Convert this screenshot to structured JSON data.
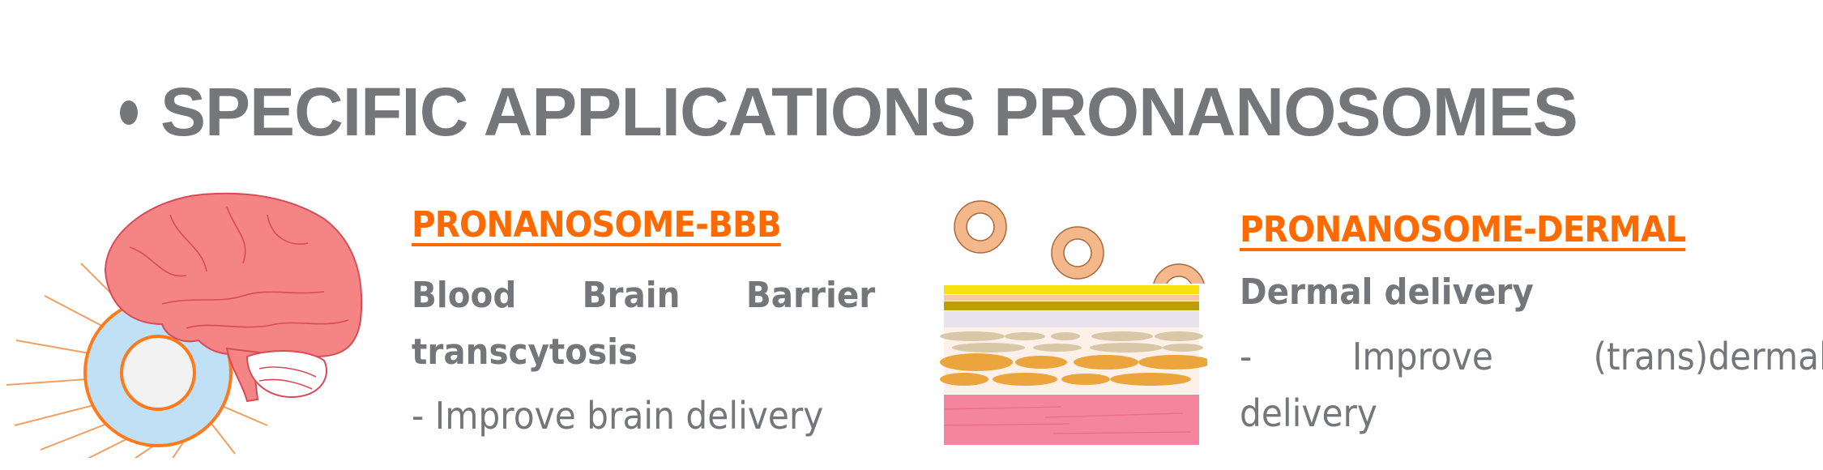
{
  "slide": {
    "title": "SPECIFIC APPLICATIONS PRONANOSOMES",
    "colors": {
      "title": "#75767a",
      "accent": "#ff6a00",
      "text": "#75767a"
    }
  },
  "left": {
    "illustration": "brain-with-liposome-icon",
    "heading": "PRONANOSOME-BBB",
    "subtitle_line1": "Blood Brain Barrier",
    "subtitle_line2": "transcytosis",
    "bullet": "- Improve brain delivery"
  },
  "right": {
    "illustration": "skin-layers-with-vesicles-icon",
    "heading": "PRONANOSOME-DERMAL",
    "subtitle": "Dermal delivery",
    "bullet_line1": "- Improve (trans)dermal",
    "bullet_line2": "delivery"
  }
}
